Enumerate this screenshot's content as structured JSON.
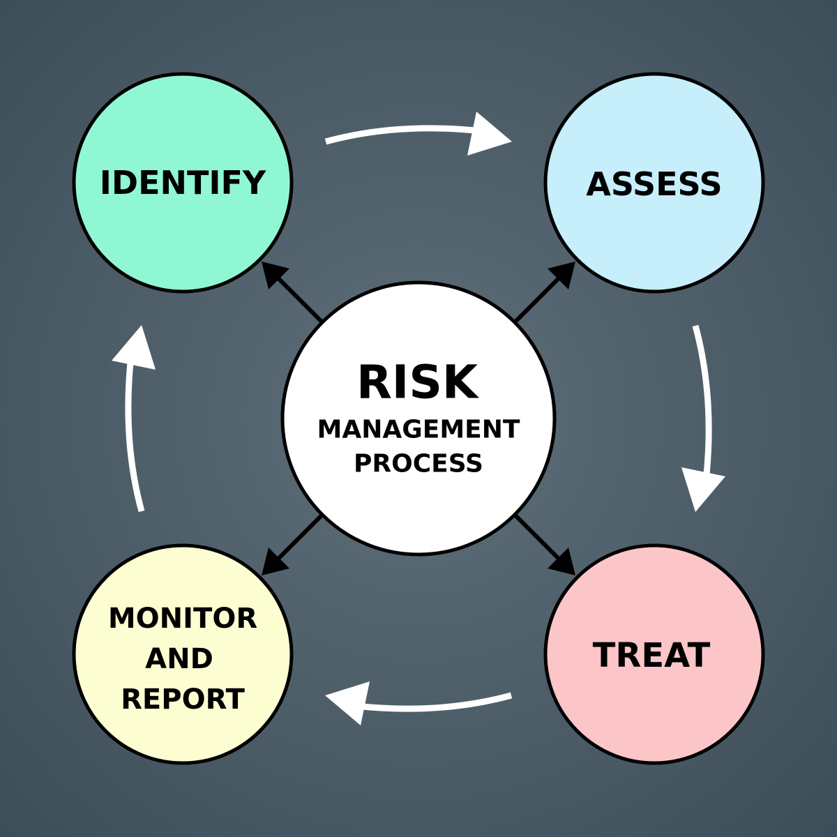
{
  "center": {
    "line1": "RISK",
    "line2": "MANAGEMENT",
    "line3": "PROCESS"
  },
  "steps": [
    {
      "label_lines": [
        "IDENTIFY"
      ],
      "color": "#8ff7d3"
    },
    {
      "label_lines": [
        "ASSESS"
      ],
      "color": "#c6eefb"
    },
    {
      "label_lines": [
        "TREAT"
      ],
      "color": "#fcc6c9"
    },
    {
      "label_lines": [
        "MONITOR",
        "AND",
        "REPORT"
      ],
      "color": "#fdfdd2"
    }
  ],
  "colors": {
    "background_center": "#5f6f7a",
    "background_edge": "#3e4e59",
    "center_fill": "#ffffff"
  }
}
